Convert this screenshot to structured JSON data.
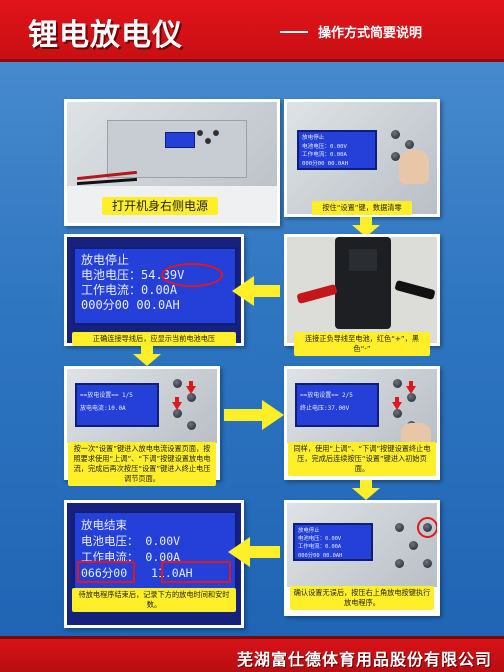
{
  "header": {
    "title": "锂电放电仪",
    "subtitle": "操作方式简要说明"
  },
  "footer": {
    "company": "芜湖富仕德体育用品股份有限公司"
  },
  "steps": {
    "s1": {
      "caption": "打开机身右侧电源"
    },
    "s2": {
      "caption": "按住“设置”键，数据清零",
      "lcd": [
        "放电停止",
        "电池电压：0.00V",
        "工作电流：0.00A",
        "000分00  00.0AH"
      ]
    },
    "s3": {
      "caption": "连接正负导线至电池，红色“+”，黑色“-”"
    },
    "s4": {
      "caption": "正确连接导线后，应显示当前电池电压",
      "lcd": [
        "放电停止",
        "电池电压：",
        "54.39V",
        "工作电流：0.00A",
        "000分00  00.0AH"
      ]
    },
    "s5": {
      "caption": "按一次“设置”键进入放电电流设置页面，按照要求使用“上调”、“下调”按键设置放电电流，完成后再次按压“设置”键进入终止电压调节页面。",
      "lcd": [
        "==放电设置== 1/5",
        "放电电流:10.0A"
      ]
    },
    "s6": {
      "caption": "同样，使用“上调”、“下调”按键设置终止电压，完成后连续按压“设置”键进入初始页面。",
      "lcd": [
        "==放电设置== 2/5",
        "终止电压:37.00V"
      ]
    },
    "s7": {
      "caption": "确认设置无误后，按压右上角放电按键执行放电程序。",
      "lcd": [
        "放电停止",
        "电池电压：0.00V",
        "工作电流：0.00A",
        "000分00  00.0AH"
      ]
    },
    "s8": {
      "caption": "待放电程序结束后，记录下方的放电时间和安时数。",
      "lcd": [
        "放电结束",
        "电池电压：  0.00V",
        "工作电流：  0.00A",
        "066分00",
        "11.0AH"
      ]
    }
  },
  "colors": {
    "header_red": "#e0141a",
    "background_blue": "#2f76c1",
    "caption_yellow": "#ffef29",
    "lcd_blue": "#2440d8",
    "highlight_red": "#e3161d"
  }
}
